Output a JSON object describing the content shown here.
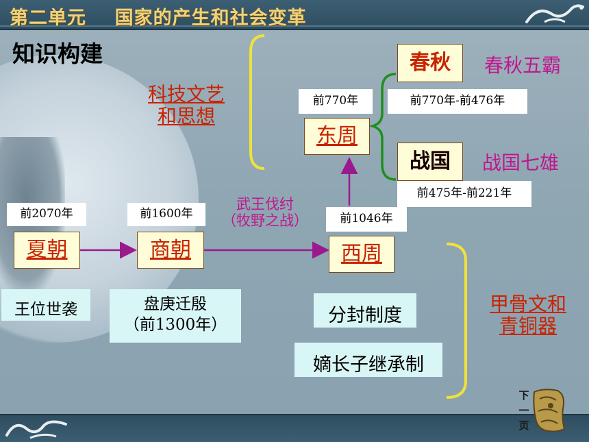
{
  "title": "第二单元    国家的产生和社会变革",
  "heading": "知识构建",
  "dynasties": {
    "xia": "夏朝",
    "shang": "商朝",
    "xizhou": "西周",
    "dongzhou": "东周",
    "chunqiu": "春秋",
    "zhanguo": "战国"
  },
  "dates": {
    "xia": "前2070年",
    "shang": "前1600年",
    "xizhou": "前1046年",
    "dongzhou": "前770年",
    "chunqiu": "前770年-前476年",
    "zhanguo": "前475年-前221年"
  },
  "event": {
    "line1": "武王伐纣",
    "line2": "（牧野之战）"
  },
  "xia_note": "王位世袭",
  "shang_note": {
    "line1": "盘庚迁殷",
    "line2": "（前1300年）"
  },
  "xizhou_notes": [
    "分封制度",
    "嫡长子继承制"
  ],
  "culture_left": {
    "line1": "科技文艺",
    "line2": "和思想"
  },
  "culture_right": {
    "line1": "甲骨文和",
    "line2": "青铜器"
  },
  "chunqiu_note": "春秋五霸",
  "zhanguo_note": "战国七雄",
  "next_page": [
    "下",
    "一",
    "页"
  ],
  "colors": {
    "title_gold": "#f0d27a",
    "dynasty_red": "#c82400",
    "magenta": "#c0168e",
    "arrow_purple": "#9a1a8e",
    "brace_yellow": "#f0e23a",
    "brace_green": "#1d8f1d",
    "box_fill": "#fffdd8",
    "note_fill": "#d9f6f6"
  }
}
